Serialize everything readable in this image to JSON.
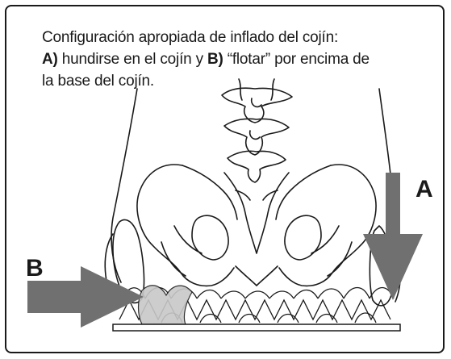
{
  "caption": {
    "line1": "Configuración apropiada de inflado del cojín:",
    "label_a": "A)",
    "text_a": " hundirse en el cojín y ",
    "label_b": "B)",
    "text_b": " “flotar” por encima de",
    "line3": "la base del cojín."
  },
  "markers": {
    "a": "A",
    "b": "B"
  },
  "colors": {
    "arrow": "#707070",
    "ink": "#1a1a1a",
    "highlight": "#c8c8c8"
  }
}
